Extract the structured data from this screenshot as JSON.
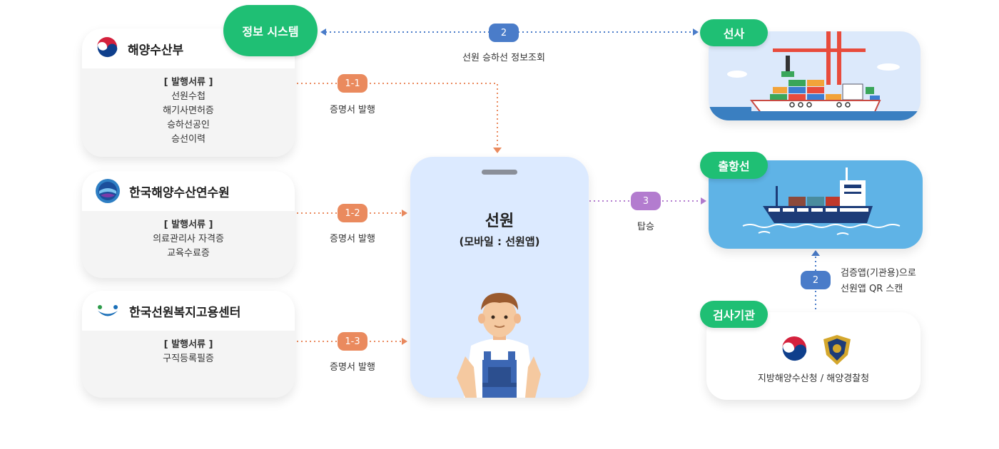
{
  "info_system": {
    "label": "정보 시스템"
  },
  "cards": [
    {
      "title": "해양수산부",
      "doc_title": "[ 발행서류 ]",
      "docs": [
        "선원수첩",
        "해기사면허증",
        "승하선공인",
        "승선이력"
      ]
    },
    {
      "title": "한국해양수산연수원",
      "doc_title": "[ 발행서류 ]",
      "docs": [
        "의료관리사 자격증",
        "교육수료증"
      ]
    },
    {
      "title": "한국선원복지고용센터",
      "doc_title": "[ 발행서류 ]",
      "docs": [
        "구직등록필증"
      ]
    }
  ],
  "steps": {
    "s1_1": {
      "badge": "1-1",
      "label": "증명서 발행"
    },
    "s1_2": {
      "badge": "1-2",
      "label": "증명서 발행"
    },
    "s1_3": {
      "badge": "1-3",
      "label": "증명서 발행"
    },
    "s2_top": {
      "badge": "2",
      "label": "선원 승하선 정보조회"
    },
    "s3": {
      "badge": "3",
      "label": "탑승"
    },
    "s2_bottom": {
      "badge": "2",
      "label_line1": "검증앱(기관용)으로",
      "label_line2": "선원앱 QR 스캔"
    }
  },
  "seafarer": {
    "title": "선원",
    "subtitle": "(모바일 : 선원앱)"
  },
  "right": {
    "company_tag": "선사",
    "departing_tag": "출항선",
    "inspection_tag": "검사기관",
    "inspection_label": "지방해양수산청 / 해양경찰청"
  },
  "colors": {
    "green": "#1fbf74",
    "orange": "#ea8a5e",
    "blue": "#4a7cc9",
    "purple": "#b37ccf",
    "phone_bg": "#dceaff",
    "ship_bg": "#5fb3e6"
  }
}
